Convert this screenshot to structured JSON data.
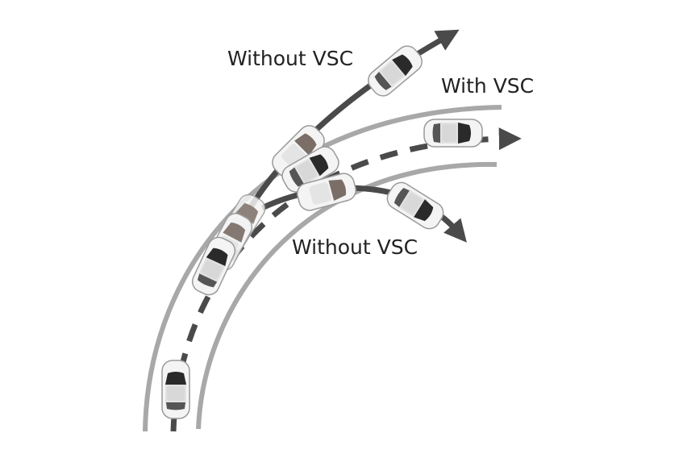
{
  "labels": {
    "without_vsc_top": "Without VSC",
    "with_vsc": "With VSC",
    "without_vsc_bottom": "Without VSC"
  },
  "colors": {
    "road": "#a8a8a8",
    "path": "#4a4a4a",
    "car_body": "#f2f2f2",
    "car_dark": "#2a2a2a",
    "car_roof": "#7a6e66"
  }
}
